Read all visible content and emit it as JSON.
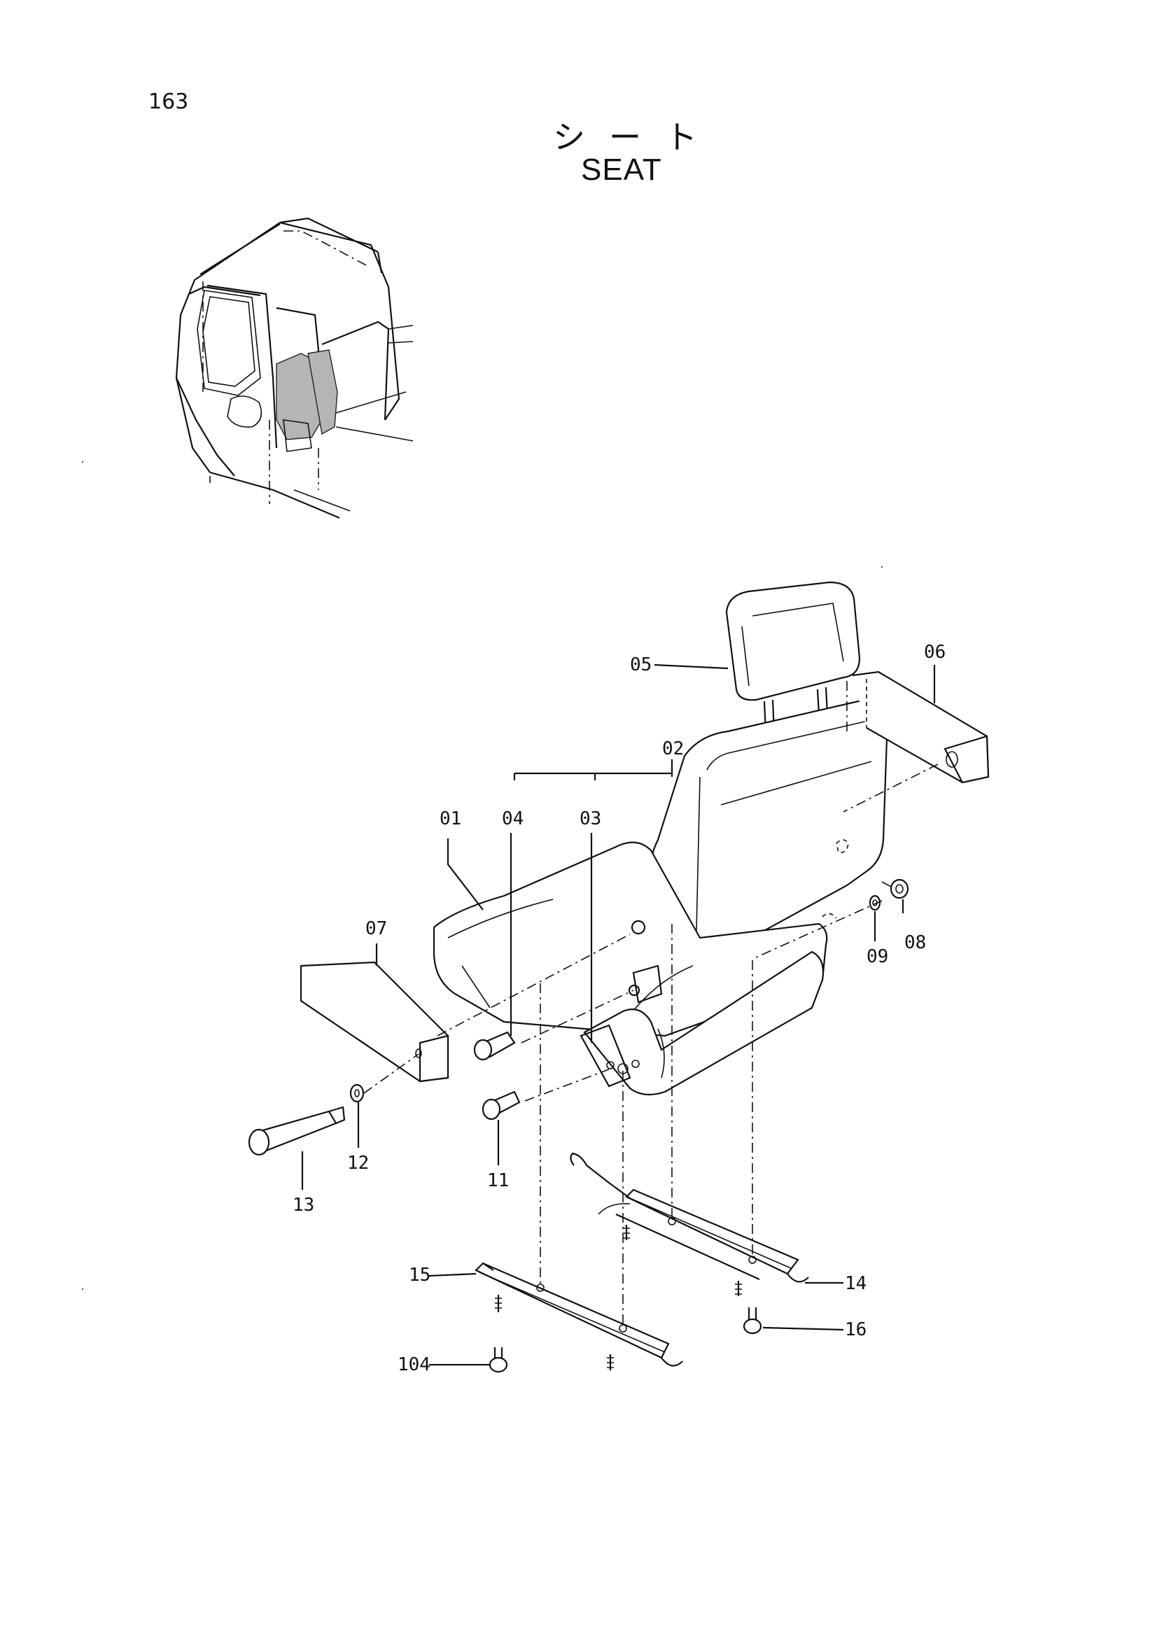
{
  "page": {
    "number": "163"
  },
  "title": {
    "jp": "シート",
    "en": "SEAT"
  },
  "callouts": {
    "c01": "01",
    "c02": "02",
    "c03": "03",
    "c04": "04",
    "c05": "05",
    "c06": "06",
    "c07": "07",
    "c08": "08",
    "c09": "09",
    "c11": "11",
    "c12": "12",
    "c13": "13",
    "c14": "14",
    "c15": "15",
    "c16": "16",
    "c104": "104"
  }
}
